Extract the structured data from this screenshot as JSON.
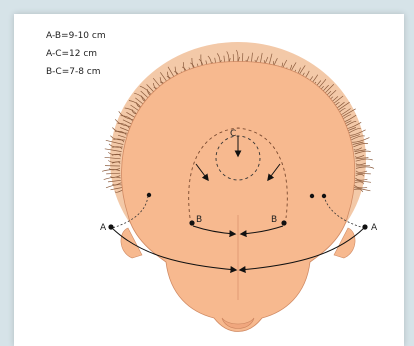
{
  "legend": {
    "ab": "A-B=9-10 cm",
    "ac": "A-C=12 cm",
    "bc": "B-C=7-8 cm"
  },
  "points": {
    "a_left": "A",
    "a_right": "A",
    "b_left": "B",
    "b_right": "B",
    "c": "C"
  },
  "colors": {
    "skin": "#f7b98f",
    "hair": "#8a5a3c",
    "background": "#d6e3e8"
  }
}
